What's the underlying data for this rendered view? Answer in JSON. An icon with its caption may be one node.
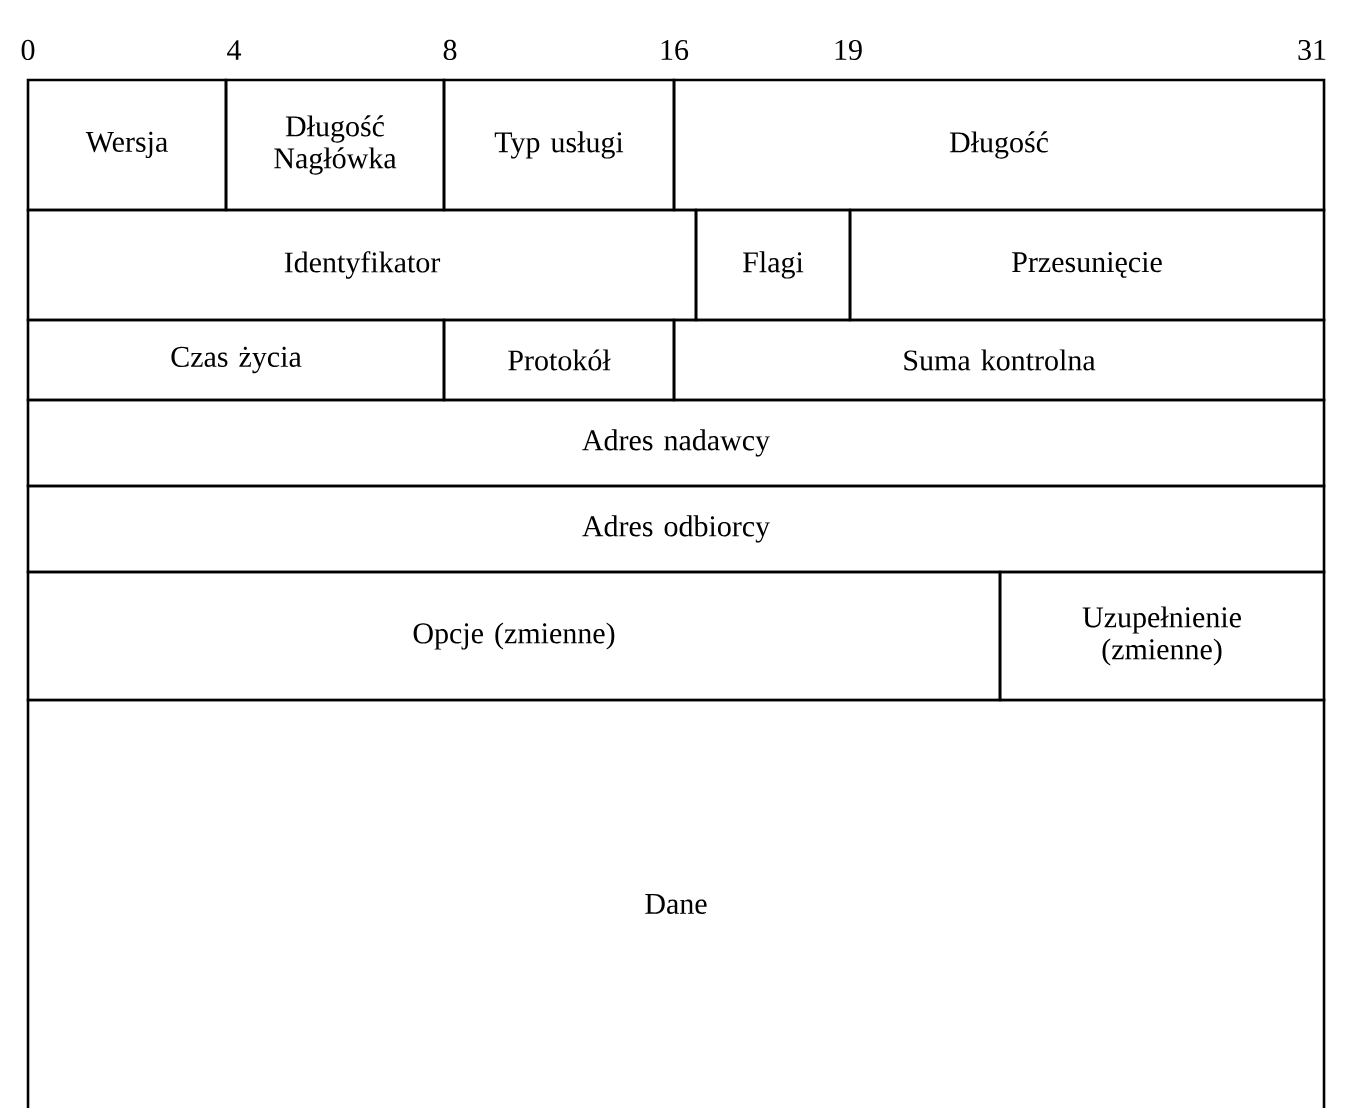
{
  "diagram": {
    "nodes": [
      {
        "text": [
          "Wersja"
        ]
      },
      {
        "text": [
          "Długość Nagłówka"
        ]
      },
      {
        "text": [
          "Typ usługi"
        ]
      },
      {
        "text": [
          "Długość"
        ]
      },
      {
        "text": [
          "Identyfikator"
        ]
      },
      {
        "text": [
          "Flagi"
        ]
      },
      {
        "text": [
          "Przesunięcie"
        ]
      },
      {
        "text": [
          "Czas życia"
        ]
      },
      {
        "text": [
          "Protokół"
        ]
      },
      {
        "text": [
          "Suma kontrolna"
        ]
      },
      {
        "text": [
          "Adres nadawcy"
        ]
      },
      {
        "text": [
          "Adres odbiorcy"
        ]
      },
      {
        "text": [
          "Opcje (zmienne)"
        ]
      },
      {
        "text": [
          "Uzupełnienie (zmienne)"
        ]
      },
      {
        "text": [
          "Dane"
        ]
      }
    ],
    "labels": [
      "0",
      "4",
      "8",
      "16",
      "19",
      "31"
    ]
  }
}
